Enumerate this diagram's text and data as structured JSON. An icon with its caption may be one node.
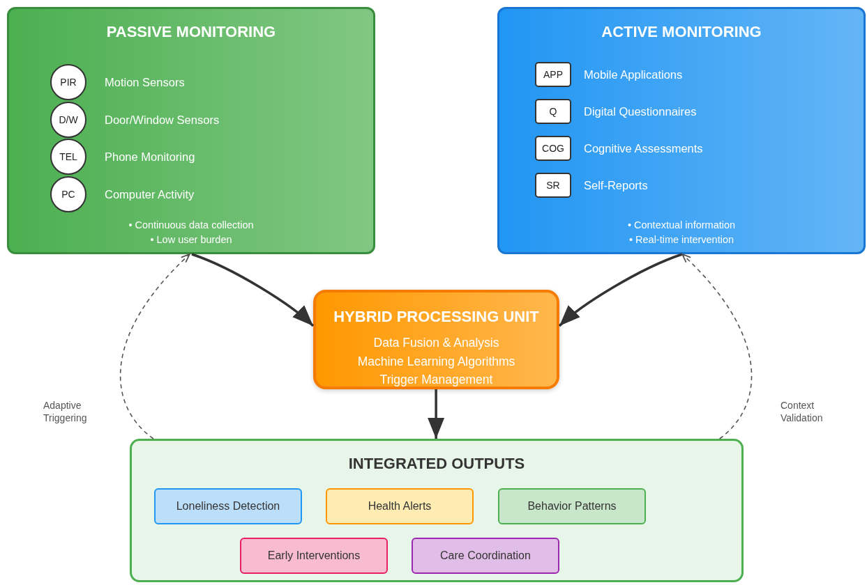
{
  "diagram": {
    "nodes": [
      {
        "text": [
          "PASSIVE MONITORING",
          "• Continuous data collection",
          "• Low user burden"
        ]
      },
      {
        "text": [
          "PIR"
        ],
        "in": 0,
        "beside": [
          "Motion Sensors"
        ]
      },
      {
        "text": [
          "D/W"
        ],
        "in": 0,
        "beside": [
          "Door/Window Sensors"
        ]
      },
      {
        "text": [
          "TEL"
        ],
        "in": 0,
        "beside": [
          "Phone Monitoring"
        ]
      },
      {
        "text": [
          "PC"
        ],
        "in": 0,
        "beside": [
          "Computer Activity"
        ]
      },
      {
        "text": [
          "ACTIVE MONITORING",
          "• Contextual information",
          "• Real-time intervention"
        ]
      },
      {
        "text": [
          "APP"
        ],
        "in": 5,
        "beside": [
          "Mobile Applications"
        ]
      },
      {
        "text": [
          "Q"
        ],
        "in": 5,
        "beside": [
          "Digital Questionnaires"
        ]
      },
      {
        "text": [
          "COG"
        ],
        "in": 5,
        "beside": [
          "Cognitive Assessments"
        ]
      },
      {
        "text": [
          "SR"
        ],
        "in": 5,
        "beside": [
          "Self-Reports"
        ]
      },
      {
        "text": [
          "HYBRID PROCESSING UNIT",
          "Data Fusion & Analysis",
          "Machine Learning Algorithms",
          "Trigger Management"
        ]
      },
      {
        "text": [
          "INTEGRATED OUTPUTS"
        ]
      },
      {
        "text": [
          "Loneliness Detection"
        ],
        "in": 11
      },
      {
        "text": [
          "Health Alerts"
        ],
        "in": 11
      },
      {
        "text": [
          "Behavior Patterns"
        ],
        "in": 11
      },
      {
        "text": [
          "Early Interventions"
        ],
        "in": 11
      },
      {
        "text": [
          "Care Coordination"
        ],
        "in": 11
      }
    ],
    "edges": [
      {
        "from": 0,
        "to": 10,
        "arrow": "to"
      },
      {
        "from": 5,
        "to": 10,
        "arrow": "to"
      },
      {
        "from": 10,
        "to": 11,
        "arrow": "to"
      },
      {
        "from": 11,
        "to": 0,
        "arrow": "to",
        "label": "Adaptive Triggering",
        "style": "dashed",
        "color": "#555555"
      },
      {
        "from": 11,
        "to": 5,
        "arrow": "to",
        "label": "Context Validation",
        "style": "dashed",
        "color": "#555555"
      }
    ]
  }
}
